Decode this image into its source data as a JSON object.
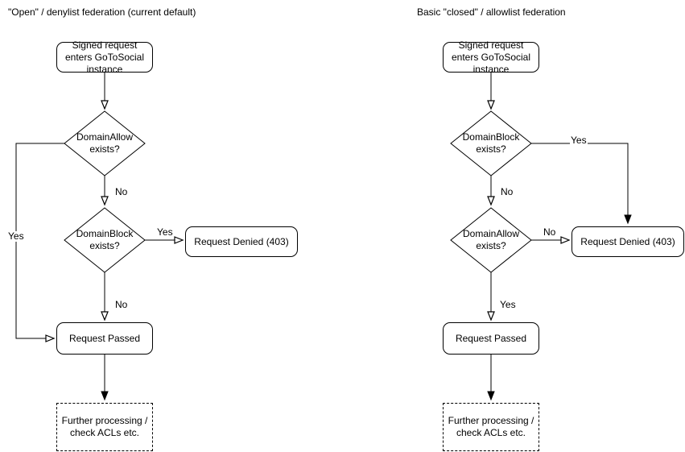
{
  "colors": {
    "line": "#000000",
    "text": "#000000",
    "background": "#ffffff",
    "node_fill": "#ffffff"
  },
  "charts": {
    "left": {
      "title": "\"Open\" / denylist federation (current default)",
      "nodes": {
        "start": "Signed request enters GoToSocial instance",
        "decision1": "DomainAllow exists?",
        "decision2": "DomainBlock exists?",
        "denied": "Request Denied (403)",
        "passed": "Request Passed",
        "further": "Further processing / check ACLs etc."
      },
      "edge_labels": {
        "decision1_yes": "Yes",
        "decision1_no": "No",
        "decision2_yes": "Yes",
        "decision2_no": "No"
      }
    },
    "right": {
      "title": "Basic \"closed\" / allowlist federation",
      "nodes": {
        "start": "Signed request enters GoToSocial instance",
        "decision1": "DomainBlock exists?",
        "decision2": "DomainAllow exists?",
        "denied": "Request Denied (403)",
        "passed": "Request Passed",
        "further": "Further processing / check ACLs etc."
      },
      "edge_labels": {
        "decision1_yes": "Yes",
        "decision1_no": "No",
        "decision2_no": "No",
        "decision2_yes": "Yes"
      }
    }
  }
}
